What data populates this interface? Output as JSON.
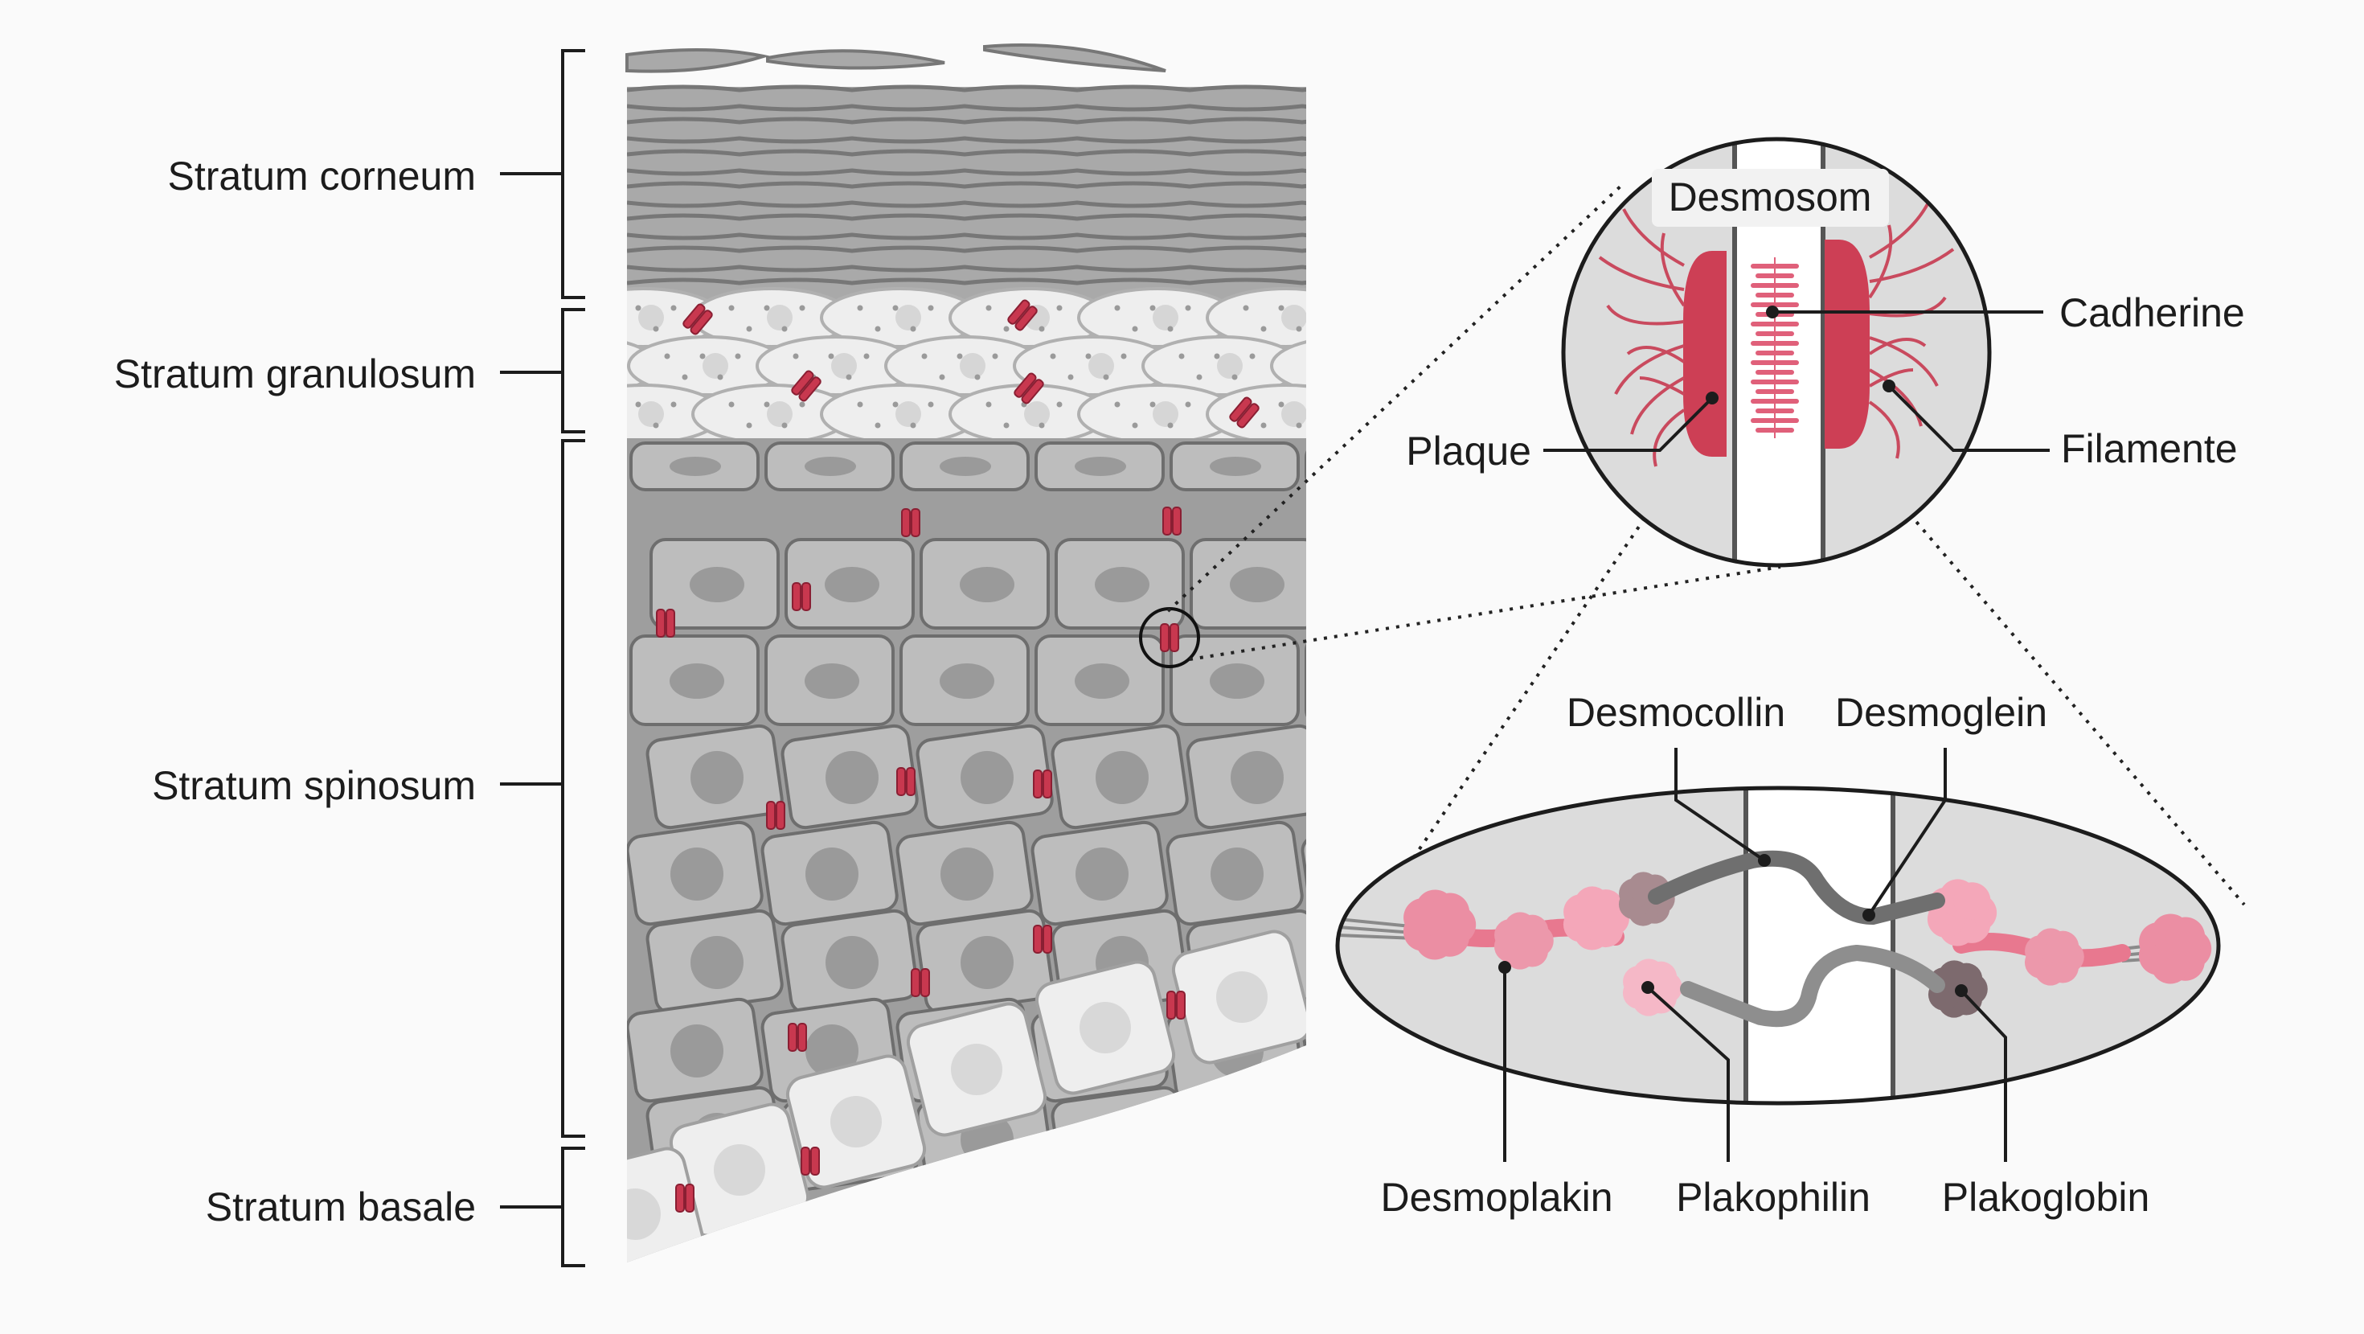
{
  "layers": {
    "corneum": "Stratum corneum",
    "granulosum": "Stratum granulosum",
    "spinosum": "Stratum spinosum",
    "basale": "Stratum basale"
  },
  "desmosome": {
    "title": "Desmosom",
    "cadherine": "Cadherine",
    "filamente": "Filamente",
    "plaque": "Plaque"
  },
  "proteins": {
    "desmocollin": "Desmocollin",
    "desmoglein": "Desmoglein",
    "desmoplakin": "Desmoplakin",
    "plakophilin": "Plakophilin",
    "plakoglobin": "Plakoglobin"
  },
  "colors": {
    "desmosome_red": "#c8384f",
    "plaque_red": "#cd3f55",
    "pink_light": "#f4a7b9",
    "pink_mid": "#e8788f",
    "cell_gray": "#bdbdbd",
    "cell_light": "#eeeeee",
    "outline": "#6e6e6e"
  }
}
